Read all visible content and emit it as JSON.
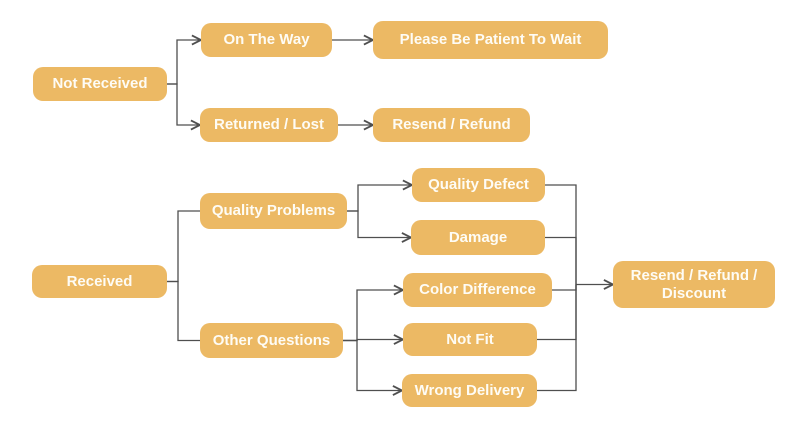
{
  "diagram": {
    "type": "flowchart",
    "title": "",
    "nodes": [
      {
        "id": "not-received",
        "label": "Not Received"
      },
      {
        "id": "on-the-way",
        "label": "On The Way"
      },
      {
        "id": "please-be-patient",
        "label": "Please Be Patient To Wait"
      },
      {
        "id": "returned-lost",
        "label": "Returned / Lost"
      },
      {
        "id": "resend-refund",
        "label": "Resend / Refund"
      },
      {
        "id": "received",
        "label": "Received"
      },
      {
        "id": "quality-problems",
        "label": "Quality Problems"
      },
      {
        "id": "quality-defect",
        "label": "Quality Defect"
      },
      {
        "id": "damage",
        "label": "Damage"
      },
      {
        "id": "other-questions",
        "label": "Other Questions"
      },
      {
        "id": "color-difference",
        "label": "Color Difference"
      },
      {
        "id": "not-fit",
        "label": "Not Fit"
      },
      {
        "id": "wrong-delivery",
        "label": "Wrong Delivery"
      },
      {
        "id": "resend-refund-discount",
        "label": "Resend / Refund / Discount"
      }
    ],
    "edges": [
      {
        "from": "not-received",
        "to": "on-the-way",
        "arrow": true
      },
      {
        "from": "not-received",
        "to": "returned-lost",
        "arrow": true
      },
      {
        "from": "on-the-way",
        "to": "please-be-patient",
        "arrow": true
      },
      {
        "from": "returned-lost",
        "to": "resend-refund",
        "arrow": true
      },
      {
        "from": "received",
        "to": "quality-problems",
        "arrow": false
      },
      {
        "from": "received",
        "to": "other-questions",
        "arrow": false
      },
      {
        "from": "quality-problems",
        "to": "quality-defect",
        "arrow": true
      },
      {
        "from": "quality-problems",
        "to": "damage",
        "arrow": true
      },
      {
        "from": "other-questions",
        "to": "color-difference",
        "arrow": true
      },
      {
        "from": "other-questions",
        "to": "not-fit",
        "arrow": true
      },
      {
        "from": "other-questions",
        "to": "wrong-delivery",
        "arrow": true
      },
      {
        "from": "quality-defect",
        "to": "resend-refund-discount",
        "arrow": true
      },
      {
        "from": "damage",
        "to": "resend-refund-discount",
        "arrow": true
      },
      {
        "from": "color-difference",
        "to": "resend-refund-discount",
        "arrow": true
      },
      {
        "from": "not-fit",
        "to": "resend-refund-discount",
        "arrow": true
      },
      {
        "from": "wrong-delivery",
        "to": "resend-refund-discount",
        "arrow": true
      }
    ],
    "colors": {
      "node_fill": "#ECB964",
      "node_text": "#FEFCF5",
      "connector": "#4F4F4F",
      "background": "#FFFFFF"
    }
  }
}
